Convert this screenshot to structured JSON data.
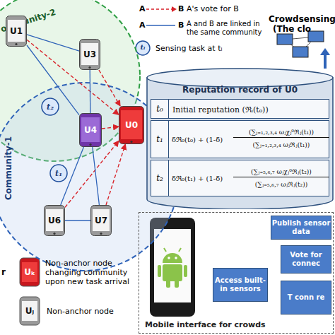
{
  "diagram": {
    "nodes": [
      {
        "text": [
          "ommunity-2"
        ]
      },
      {
        "text": [
          "U1"
        ],
        "in": 0
      },
      {
        "text": [
          "U3"
        ],
        "in": 0
      },
      {
        "text": [
          "t₂"
        ],
        "in": 0
      },
      {
        "text": [
          "Community-1"
        ]
      },
      {
        "text": [
          "U4"
        ],
        "in": 4
      },
      {
        "text": [
          "U0"
        ],
        "in": 4
      },
      {
        "text": [
          "t₁"
        ],
        "in": 4
      },
      {
        "text": [
          "U6"
        ],
        "in": 4
      },
      {
        "text": [
          "U7"
        ],
        "in": 4
      },
      {
        "text": [
          "Reputation record of U0"
        ]
      },
      {
        "text": [
          "t₀",
          "Initial reputation (ℜᵢ(t₀))"
        ],
        "in": 10
      },
      {
        "text": [
          "t₁",
          "δℜ₀(t₀) + (1-δ)",
          "(∑ⱼ₌₁,₂,₃,₄ ωⱼχⱼ⁰ℜⱼ(t₁))",
          "(∑ⱼ₌₁,₂,₃,₄ ωⱼℜⱼ(t₁))"
        ],
        "in": 10
      },
      {
        "text": [
          "t₂",
          "δℜ₀(t₁) + (1-δ)",
          "(∑ⱼ₌₅,₆,₇ ωⱼχⱼ⁰ℜⱼ(t₂))",
          "(∑ⱼ₌₅,₆,₇ ωⱼℜⱼ(t₂))"
        ],
        "in": 10
      },
      {
        "text": [
          "Mobile interface for crowds"
        ]
      },
      {
        "text": [
          "Publish sensor data"
        ],
        "in": 14
      },
      {
        "text": [
          "Vote for connec"
        ],
        "in": 14
      },
      {
        "text": [
          "Access built-in sensors"
        ],
        "in": 14
      },
      {
        "text": [
          "T conn re"
        ],
        "in": 14
      }
    ],
    "edges": [
      {
        "from": 1,
        "to": 6,
        "arrow": "to"
      },
      {
        "from": 2,
        "to": 6,
        "arrow": "to"
      },
      {
        "from": 5,
        "to": 6,
        "arrow": "to"
      },
      {
        "from": 8,
        "to": 6,
        "arrow": "to"
      },
      {
        "from": 9,
        "to": 6,
        "arrow": "to"
      },
      {
        "from": 1,
        "to": 2,
        "arrow": "none"
      },
      {
        "from": 1,
        "to": 5,
        "arrow": "none"
      },
      {
        "from": 2,
        "to": 5,
        "arrow": "none"
      },
      {
        "from": 5,
        "to": 8,
        "arrow": "none"
      },
      {
        "from": 5,
        "to": 9,
        "arrow": "none"
      },
      {
        "from": 8,
        "to": 9,
        "arrow": "none"
      }
    ],
    "labels": [
      "A",
      "B",
      "A",
      "B",
      "tᵢ",
      "Crowdsensing",
      "(The clo",
      "r",
      "Uₖ",
      "Uⱼ"
    ],
    "legend": [
      {
        "text": "A's vote for B"
      },
      {
        "text": "A and B are linked in the same community"
      },
      {
        "text": "Sensing task at tᵢ"
      },
      {
        "text": "Non-anchor node changing community upon new task arrival"
      },
      {
        "text": "Non-anchor node"
      }
    ]
  }
}
